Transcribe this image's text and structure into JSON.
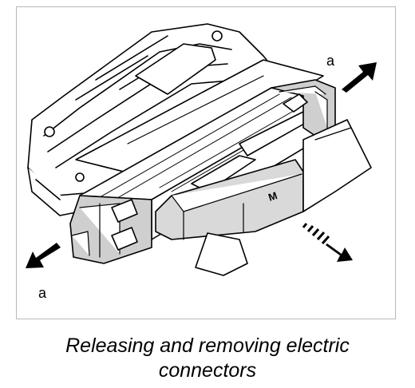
{
  "figure": {
    "callouts": [
      {
        "id": "right",
        "label": "a"
      },
      {
        "id": "left",
        "label": "a"
      }
    ],
    "connector_mark": "M",
    "caption": {
      "line1": "Releasing and removing electric",
      "line2": "connectors"
    }
  }
}
